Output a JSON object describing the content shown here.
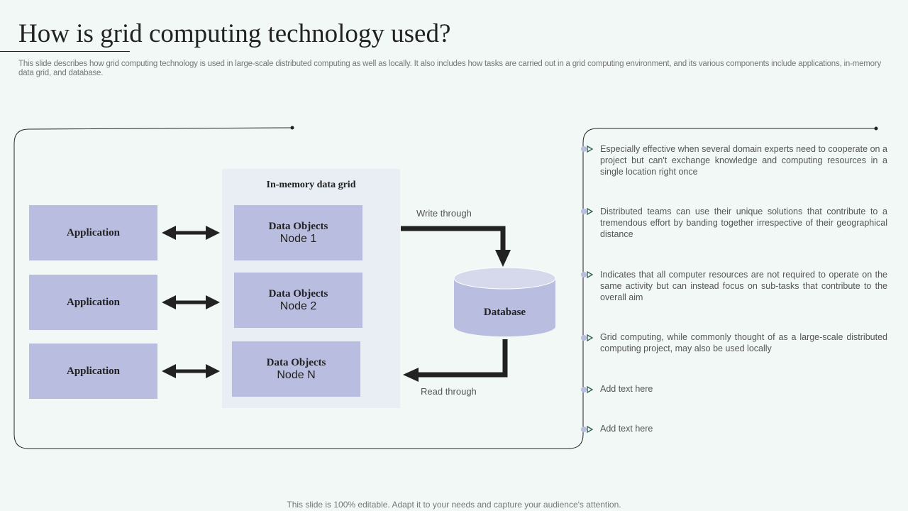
{
  "title": "How is grid computing technology used?",
  "description": "This slide describes how grid computing technology is used in large-scale distributed computing as well as locally. It also includes how tasks are carried out in a grid computing environment, and its various components include applications, in-memory data grid, and database.",
  "diagram": {
    "applications": [
      "Application",
      "Application",
      "Application"
    ],
    "grid_label": "In-memory data grid",
    "nodes": [
      {
        "title": "Data Objects",
        "name": "Node 1"
      },
      {
        "title": "Data Objects",
        "name": "Node 2"
      },
      {
        "title": "Data Objects",
        "name": "Node N"
      }
    ],
    "write_label": "Write through",
    "read_label": "Read through",
    "database_label": "Database"
  },
  "bullets": [
    "Especially effective  when  several  domain  experts  need to cooperate on a project  but  can't  exchange  knowledge  and  computing  resources in a single location right once",
    "Distributed teams can use their unique solutions that contribute to a tremendous effort by banding together irrespective of their geographical distance",
    "Indicates that all computer resources are not required to operate on the same activity but can instead focus on sub-tasks that contribute to the overall aim",
    "Grid computing, while commonly thought of as a large-scale distributed computing project, may also be used locally",
    "Add text here",
    "Add text here"
  ],
  "footer": "This slide is 100% editable. Adapt it to your needs and capture your audience's attention.",
  "colors": {
    "background": "#f1f8f6",
    "box": "#b9bddf",
    "grid": "#e8eef3",
    "marker": "#b9bddf"
  }
}
